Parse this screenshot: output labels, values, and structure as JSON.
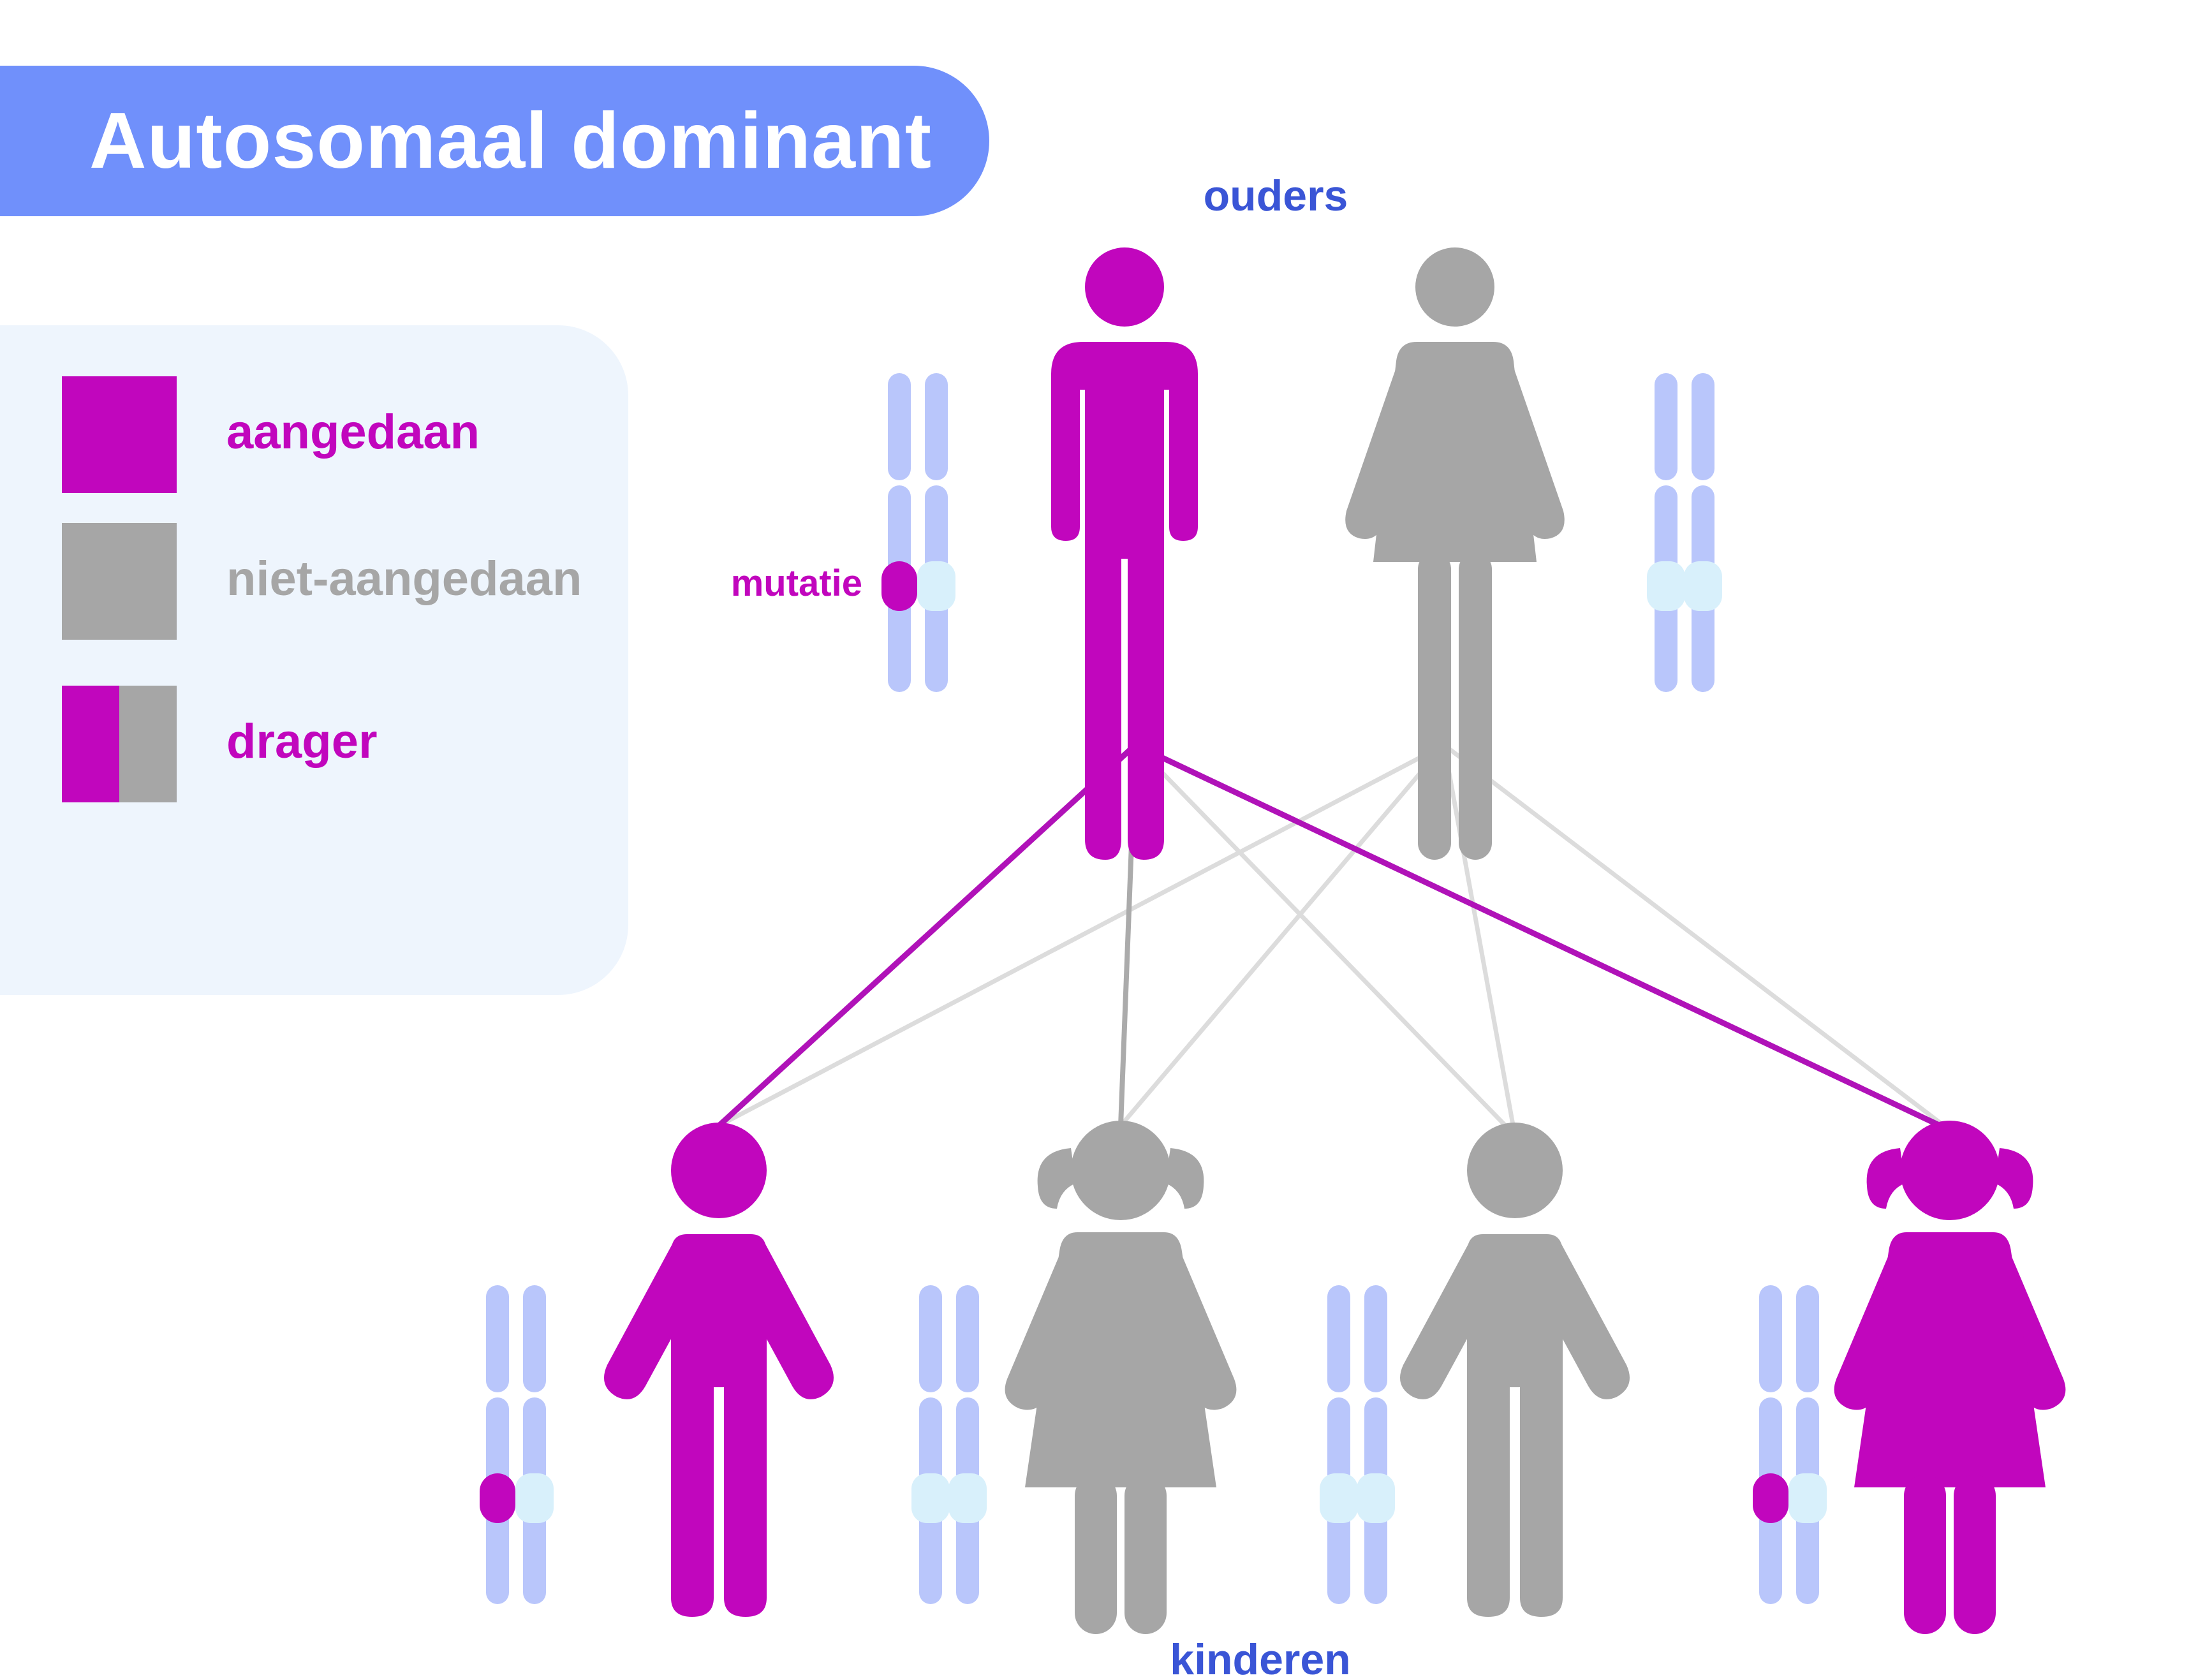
{
  "title": "Autosomaal dominant",
  "legend": {
    "items": [
      {
        "label": "aangedaan",
        "status": "affected"
      },
      {
        "label": "niet-aangedaan",
        "status": "unaffected"
      },
      {
        "label": "drager",
        "status": "carrier"
      }
    ]
  },
  "labels": {
    "parents": "ouders",
    "children": "kinderen",
    "mutation": "mutatie"
  },
  "colors": {
    "affected": "#c106bd",
    "unaffected": "#a6a6a6",
    "title_bg": "#7090fb",
    "legend_bg": "#eef5fd",
    "section_label": "#3a55d6",
    "chromosome": "#b9c6fb",
    "allele_normal": "#d8f0fb",
    "line_affected": "#b012b8",
    "line_parent_link": "#ababab",
    "line_light": "#dcdcdc"
  },
  "family": {
    "parents": [
      {
        "id": "father",
        "figure": "man",
        "status": "affected",
        "alleles": [
          "mutant",
          "normal"
        ]
      },
      {
        "id": "mother",
        "figure": "woman",
        "status": "unaffected",
        "alleles": [
          "normal",
          "normal"
        ]
      }
    ],
    "children": [
      {
        "id": "son-1",
        "figure": "boy",
        "status": "affected",
        "alleles": [
          "mutant",
          "normal"
        ]
      },
      {
        "id": "daughter-1",
        "figure": "girl",
        "status": "unaffected",
        "alleles": [
          "normal",
          "normal"
        ]
      },
      {
        "id": "son-2",
        "figure": "boy",
        "status": "unaffected",
        "alleles": [
          "normal",
          "normal"
        ]
      },
      {
        "id": "daughter-2",
        "figure": "girl",
        "status": "affected",
        "alleles": [
          "mutant",
          "normal"
        ]
      }
    ]
  }
}
